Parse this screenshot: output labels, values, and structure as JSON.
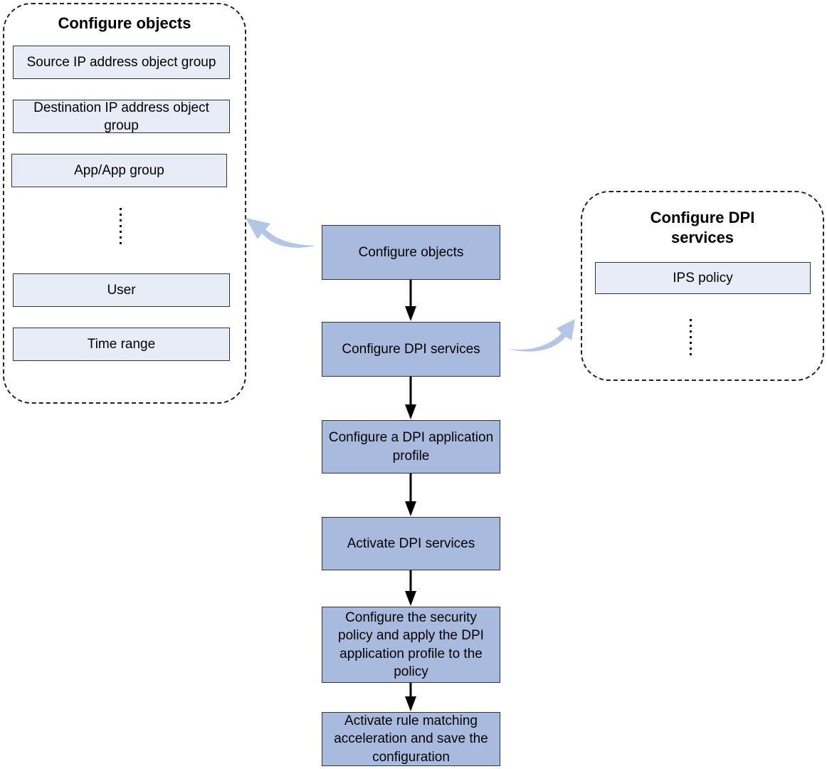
{
  "left_group": {
    "title": "Configure objects",
    "items": [
      "Source IP address object group",
      "Destination IP address object group",
      "App/App group",
      "User",
      "Time range"
    ]
  },
  "right_group": {
    "title": "Configure DPI services",
    "items": [
      "IPS policy"
    ]
  },
  "flow_steps": [
    "Configure objects",
    "Configure DPI services",
    "Configure a DPI application profile",
    "Activate DPI services",
    "Configure the security policy and apply the DPI application profile to the policy",
    "Activate rule matching acceleration and save the configuration"
  ],
  "colors": {
    "step_fill": "#a8bade",
    "item_fill": "#e7ecf7",
    "curved_arrow": "#b4c6e6"
  }
}
